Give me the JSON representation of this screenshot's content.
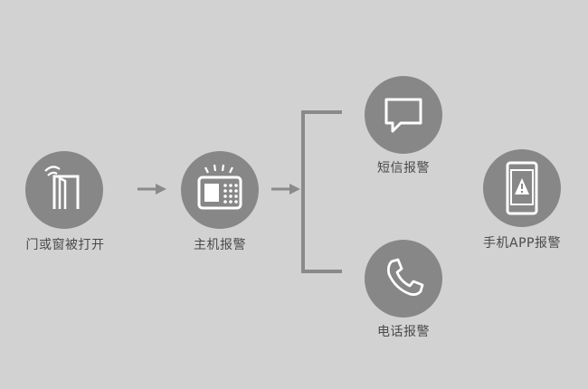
{
  "nodes": {
    "door": {
      "label": "门或窗被打开",
      "icon": "door-sensor-icon"
    },
    "host": {
      "label": "主机报警",
      "icon": "alarm-host-icon"
    },
    "sms": {
      "label": "短信报警",
      "icon": "chat-bubble-icon"
    },
    "phone": {
      "label": "电话报警",
      "icon": "phone-handset-icon"
    },
    "app": {
      "label": "手机APP报警",
      "icon": "smartphone-alert-icon"
    }
  },
  "colors": {
    "background": "#d2d2d2",
    "circle": "#878787",
    "icon": "#ffffff",
    "connector": "#8a8a8a",
    "text": "#4a4a4a"
  }
}
